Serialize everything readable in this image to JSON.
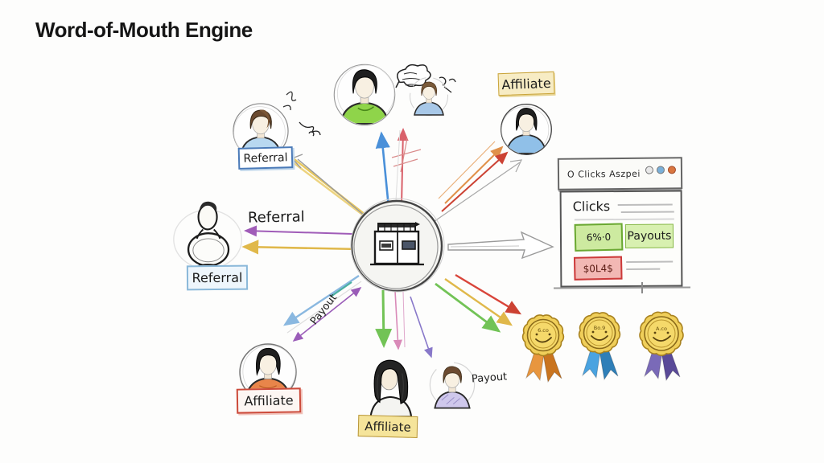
{
  "title": "Word-of-Mouth Engine",
  "hub": {
    "icon": "storefront-icon"
  },
  "labels": {
    "referral_top_left": "Referral",
    "referral_mid": "Referral",
    "referral_left": "Referral",
    "affiliate_top": "Affiliate",
    "affiliate_bottom_left": "Affiliate",
    "affiliate_bottom_center": "Affiliate",
    "payout_diagonal": "Payout",
    "payout_right": "Payout"
  },
  "dashboard": {
    "titlebar_text": "O Clicks Aszpei",
    "heading": "Clicks",
    "clicks_value": "6%·0",
    "payouts_label": "Payouts",
    "payout_value": "$0L4$"
  },
  "badges": [
    {
      "text": "6.co",
      "ribbon": "#e8963f",
      "ribbon_dark": "#c9741f"
    },
    {
      "text": "Bo.9",
      "ribbon": "#4aa3e0",
      "ribbon_dark": "#2f7fb8"
    },
    {
      "text": "A.co",
      "ribbon": "#7a6ab8",
      "ribbon_dark": "#5a4a98"
    }
  ],
  "palette": {
    "arrow_blue": "#4a90d9",
    "arrow_pink": "#d9606a",
    "arrow_purple": "#a05cb8",
    "arrow_yellow": "#e0b84a",
    "arrow_orange": "#e0914a",
    "arrow_red": "#cc4233",
    "arrow_green": "#72c356",
    "arrow_violet": "#8878c9",
    "arrow_lightblue": "#8ab8e0",
    "badge_gold": "#f0cf5a",
    "metric_green_bg": "#cdeaa0",
    "metric_red_bg": "#f2b8b4",
    "window_dots": [
      "#e8e8e8",
      "#7ab0d9",
      "#d9763f"
    ]
  }
}
